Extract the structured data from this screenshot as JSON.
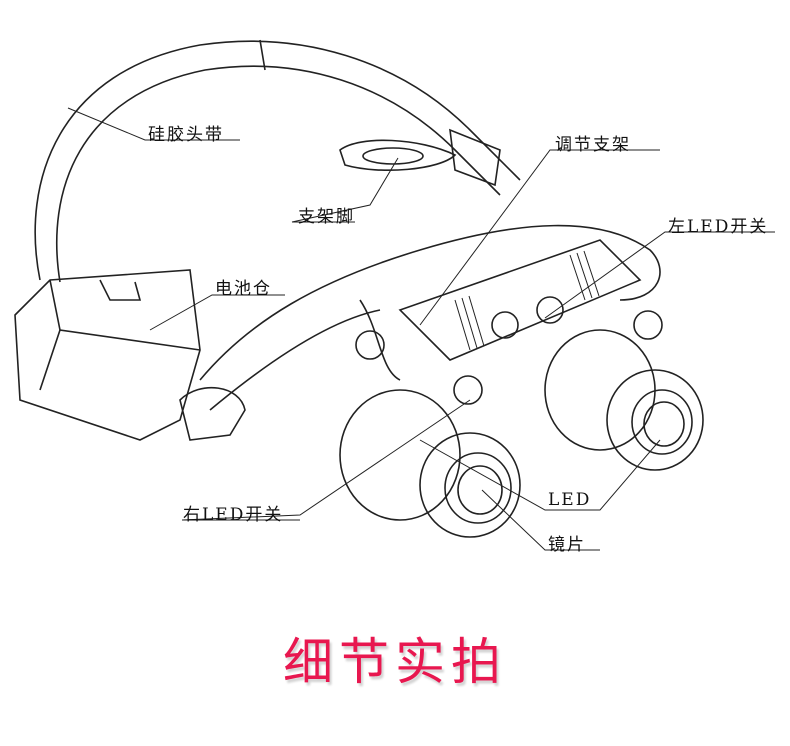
{
  "labels": {
    "headband": "硅胶头带",
    "bracket_foot": "支架脚",
    "battery": "电池仓",
    "adjust_bracket": "调节支架",
    "left_led_switch": "左LED开关",
    "right_led_switch": "右LED开关",
    "led": "LED",
    "lens": "镜片"
  },
  "title": "细节实拍",
  "colors": {
    "title": "#e8174f",
    "line": "#222222"
  }
}
